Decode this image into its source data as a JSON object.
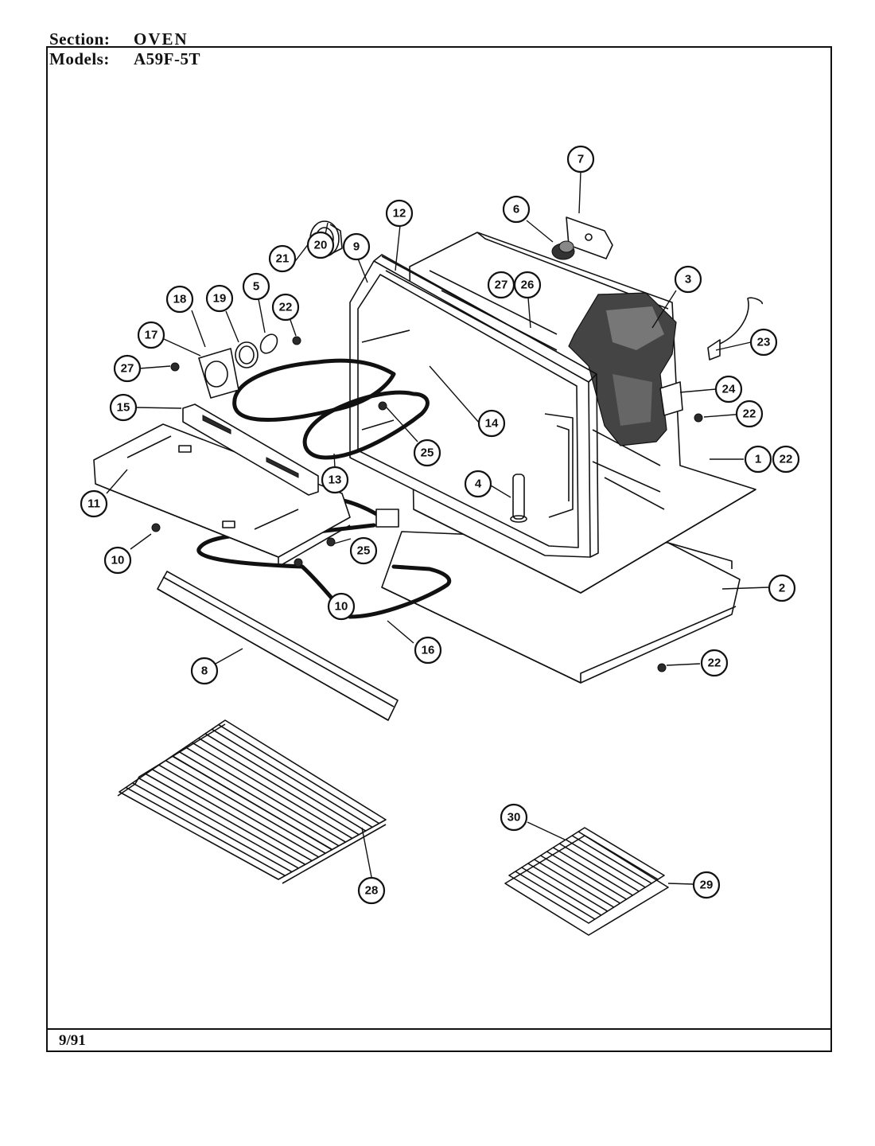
{
  "header": {
    "section_label": "Section:",
    "section_value": "OVEN",
    "models_label": "Models:",
    "models_value": "A59F-5T"
  },
  "footer": {
    "date": "9/91"
  },
  "callouts": [
    {
      "id": "c7",
      "label": "7"
    },
    {
      "id": "c6",
      "label": "6"
    },
    {
      "id": "c12",
      "label": "12"
    },
    {
      "id": "c20",
      "label": "20"
    },
    {
      "id": "c9",
      "label": "9"
    },
    {
      "id": "c21",
      "label": "21"
    },
    {
      "id": "c5",
      "label": "5"
    },
    {
      "id": "c27a",
      "label": "27"
    },
    {
      "id": "c26",
      "label": "26"
    },
    {
      "id": "c3",
      "label": "3"
    },
    {
      "id": "c18",
      "label": "18"
    },
    {
      "id": "c19",
      "label": "19"
    },
    {
      "id": "c22a",
      "label": "22"
    },
    {
      "id": "c17",
      "label": "17"
    },
    {
      "id": "c27b",
      "label": "27"
    },
    {
      "id": "c23",
      "label": "23"
    },
    {
      "id": "c14",
      "label": "14"
    },
    {
      "id": "c24",
      "label": "24"
    },
    {
      "id": "c15",
      "label": "15"
    },
    {
      "id": "c22b",
      "label": "22"
    },
    {
      "id": "c25a",
      "label": "25"
    },
    {
      "id": "c13",
      "label": "13"
    },
    {
      "id": "c1",
      "label": "1"
    },
    {
      "id": "c22c",
      "label": "22"
    },
    {
      "id": "c4",
      "label": "4"
    },
    {
      "id": "c11",
      "label": "11"
    },
    {
      "id": "c10a",
      "label": "10"
    },
    {
      "id": "c25b",
      "label": "25"
    },
    {
      "id": "c2",
      "label": "2"
    },
    {
      "id": "c10b",
      "label": "10"
    },
    {
      "id": "c16",
      "label": "16"
    },
    {
      "id": "c8",
      "label": "8"
    },
    {
      "id": "c22d",
      "label": "22"
    },
    {
      "id": "c30",
      "label": "30"
    },
    {
      "id": "c29",
      "label": "29"
    },
    {
      "id": "c28",
      "label": "28"
    }
  ]
}
